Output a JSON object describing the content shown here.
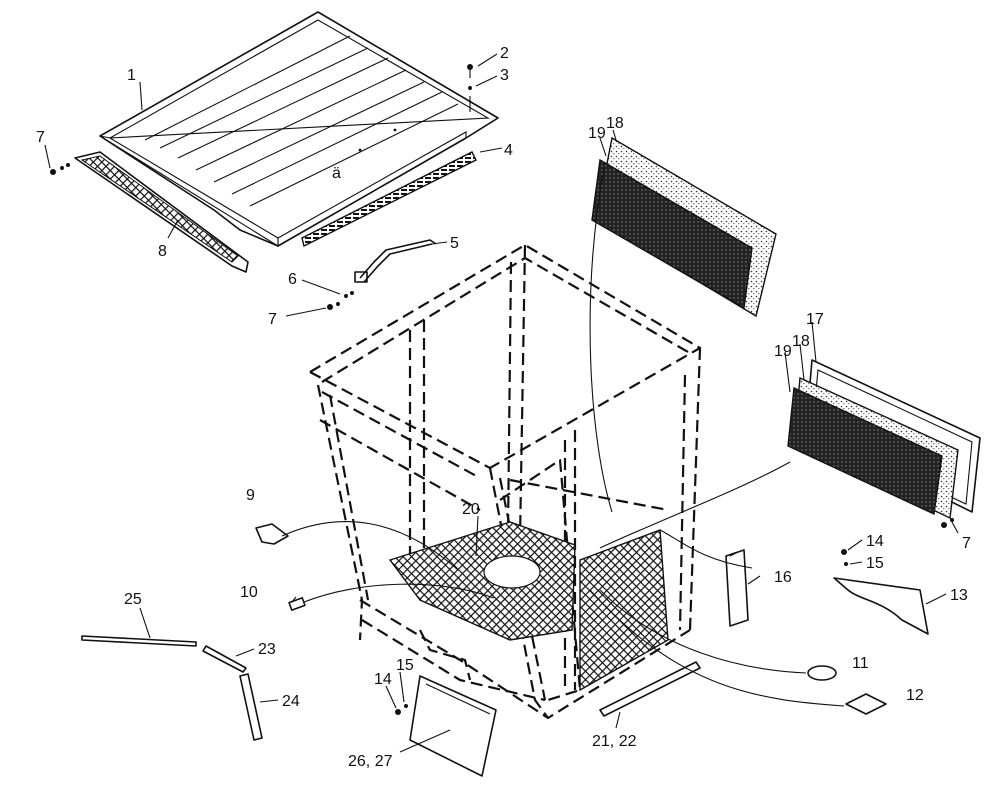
{
  "diagram": {
    "callouts": [
      {
        "id": "c1",
        "text": "1"
      },
      {
        "id": "c2",
        "text": "2"
      },
      {
        "id": "c3",
        "text": "3"
      },
      {
        "id": "c4",
        "text": "4"
      },
      {
        "id": "c5",
        "text": "5"
      },
      {
        "id": "c6",
        "text": "6"
      },
      {
        "id": "c7a",
        "text": "7"
      },
      {
        "id": "c7b",
        "text": "7"
      },
      {
        "id": "c7c",
        "text": "7"
      },
      {
        "id": "c8",
        "text": "8"
      },
      {
        "id": "c9",
        "text": "9"
      },
      {
        "id": "c10",
        "text": "10"
      },
      {
        "id": "c11",
        "text": "11"
      },
      {
        "id": "c12",
        "text": "12"
      },
      {
        "id": "c13",
        "text": "13"
      },
      {
        "id": "c14a",
        "text": "14"
      },
      {
        "id": "c14b",
        "text": "14"
      },
      {
        "id": "c15a",
        "text": "15"
      },
      {
        "id": "c15b",
        "text": "15"
      },
      {
        "id": "c16",
        "text": "16"
      },
      {
        "id": "c17",
        "text": "17"
      },
      {
        "id": "c18a",
        "text": "18"
      },
      {
        "id": "c18b",
        "text": "18"
      },
      {
        "id": "c19a",
        "text": "19"
      },
      {
        "id": "c19b",
        "text": "19"
      },
      {
        "id": "c20",
        "text": "20"
      },
      {
        "id": "c21",
        "text": "21, 22"
      },
      {
        "id": "c23",
        "text": "23"
      },
      {
        "id": "c24",
        "text": "24"
      },
      {
        "id": "c25",
        "text": "25"
      },
      {
        "id": "c26",
        "text": "26, 27"
      }
    ]
  }
}
